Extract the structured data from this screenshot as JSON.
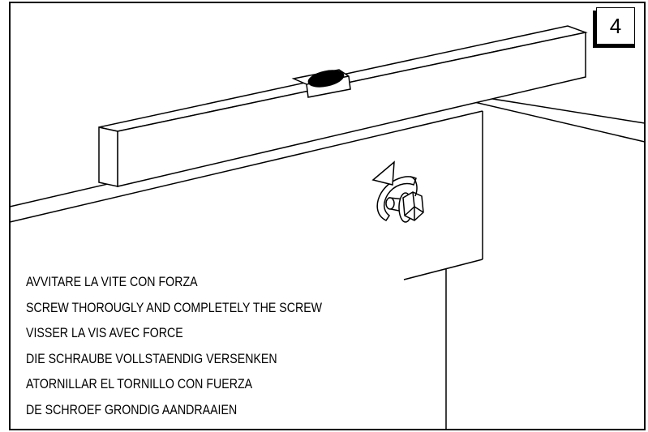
{
  "step": {
    "number": "4"
  },
  "instructions": [
    "AVVITARE LA VITE CON FORZA",
    "SCREW THOROUGLY AND COMPLETELY THE SCREW",
    "VISSER LA VIS AVEC FORCE",
    "DIE SCHRAUBE VOLLSTAENDIG VERSENKEN",
    "ATORNILLAR EL TORNILLO CON FUERZA",
    "DE SCHROEF GRONDIG AANDRAAIEN"
  ],
  "icons": {
    "rotation": "clockwise-arrow-icon",
    "fastener": "hex-screw-icon",
    "level": "spirit-level-icon"
  },
  "colors": {
    "line": "#000000",
    "background": "#ffffff"
  }
}
